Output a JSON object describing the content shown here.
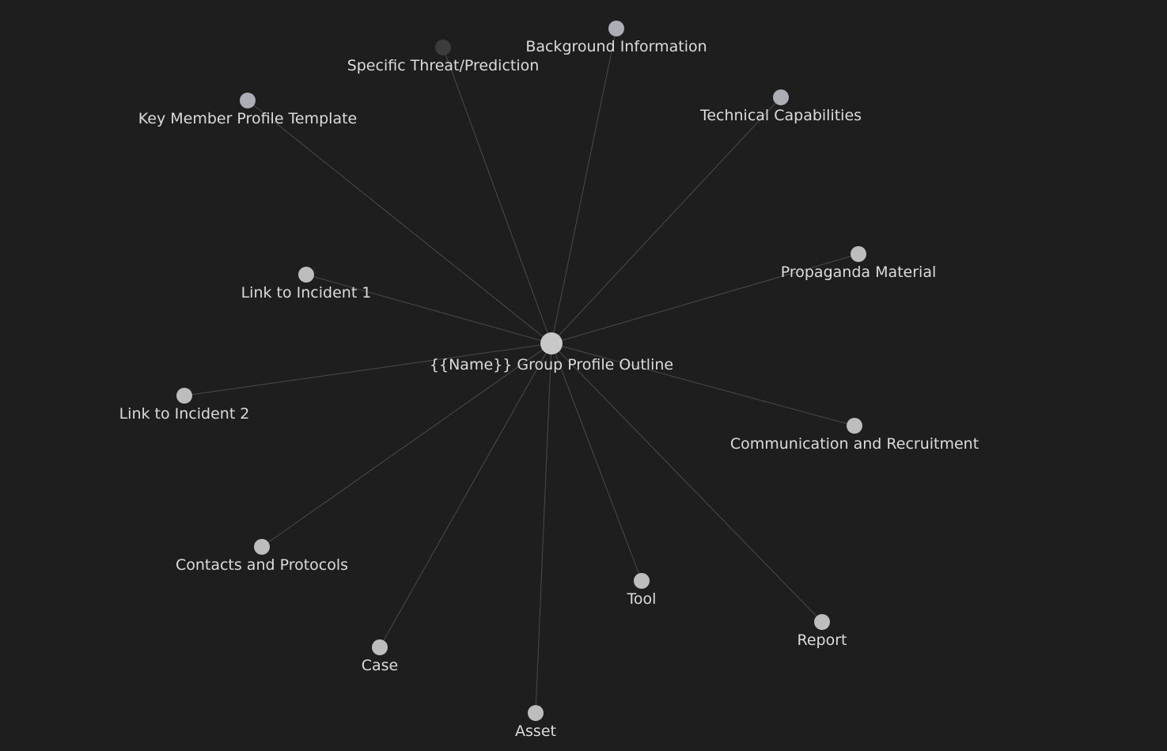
{
  "graph": {
    "center_node": {
      "id": "center",
      "label": "{{Name}} Group Profile Outline",
      "color": "#c8c8c8"
    },
    "nodes": [
      {
        "id": "specific-threat",
        "label": "Specific Threat/Prediction",
        "color": "#3c3c3c"
      },
      {
        "id": "background-info",
        "label": "Background Information",
        "color": "#adadb6"
      },
      {
        "id": "key-member",
        "label": "Key Member Profile Template",
        "color": "#adadb6"
      },
      {
        "id": "technical-capabilities",
        "label": "Technical Capabilities",
        "color": "#adadb6"
      },
      {
        "id": "propaganda",
        "label": "Propaganda Material",
        "color": "#bdbdbd"
      },
      {
        "id": "incident-1",
        "label": "Link to Incident 1",
        "color": "#bdbdbd"
      },
      {
        "id": "incident-2",
        "label": "Link to Incident 2",
        "color": "#bdbdbd"
      },
      {
        "id": "communication",
        "label": "Communication and Recruitment",
        "color": "#bdbdbd"
      },
      {
        "id": "contacts",
        "label": "Contacts and Protocols",
        "color": "#bdbdbd"
      },
      {
        "id": "tool",
        "label": "Tool",
        "color": "#bdbdbd"
      },
      {
        "id": "report",
        "label": "Report",
        "color": "#bdbdbd"
      },
      {
        "id": "case",
        "label": "Case",
        "color": "#bdbdbd"
      },
      {
        "id": "asset",
        "label": "Asset",
        "color": "#bdbdbd"
      }
    ],
    "edges": [
      {
        "from": "center",
        "to": "specific-threat"
      },
      {
        "from": "center",
        "to": "background-info"
      },
      {
        "from": "center",
        "to": "key-member"
      },
      {
        "from": "center",
        "to": "technical-capabilities"
      },
      {
        "from": "center",
        "to": "propaganda"
      },
      {
        "from": "center",
        "to": "incident-1"
      },
      {
        "from": "center",
        "to": "incident-2"
      },
      {
        "from": "center",
        "to": "communication"
      },
      {
        "from": "center",
        "to": "contacts"
      },
      {
        "from": "center",
        "to": "tool"
      },
      {
        "from": "center",
        "to": "report"
      },
      {
        "from": "center",
        "to": "case"
      },
      {
        "from": "center",
        "to": "asset"
      }
    ],
    "edge_color": "#4a4a4a",
    "background_color": "#1e1e1e"
  }
}
